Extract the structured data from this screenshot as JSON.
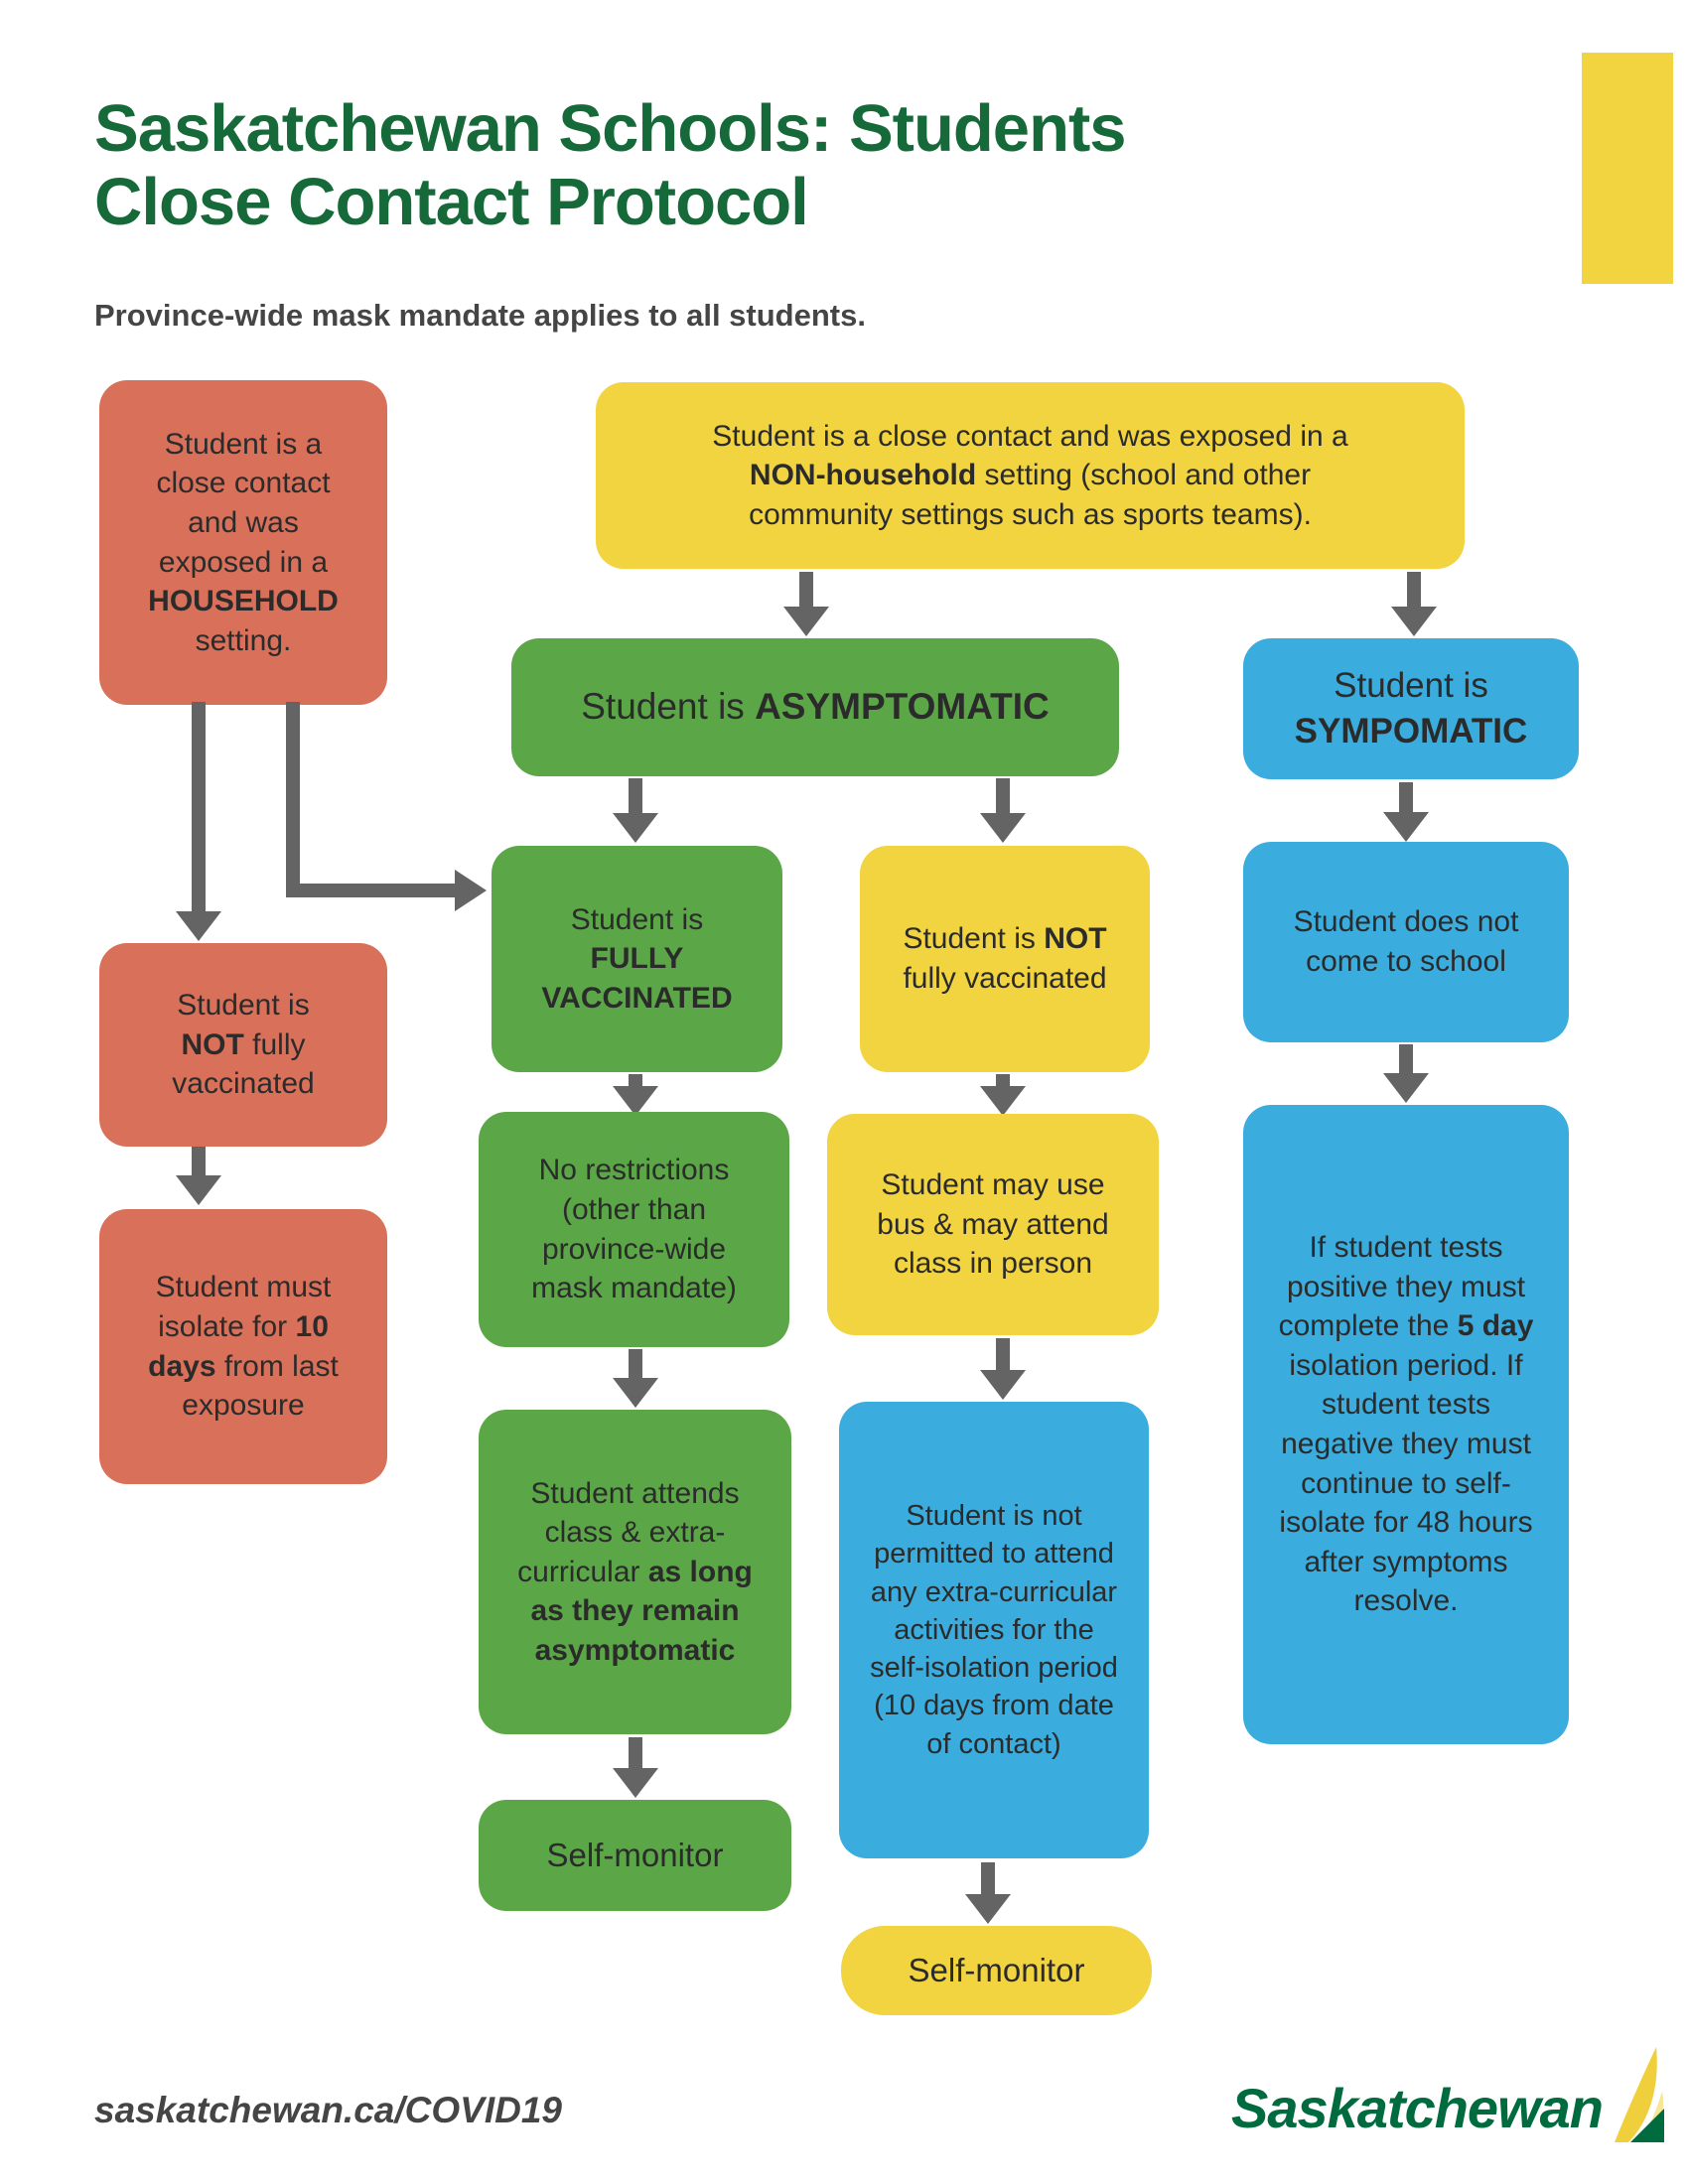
{
  "header": {
    "title_line1": "Saskatchewan Schools: Students",
    "title_line2": "Close Contact Protocol",
    "subtitle": "Province-wide mask mandate applies to all students."
  },
  "colors": {
    "red": "#d9705a",
    "yellow": "#f2d440",
    "green": "#5ba747",
    "blue": "#3aadde",
    "arrow": "#646464",
    "title_green": "#166939",
    "text_dark": "#2b2b2b",
    "logo_green": "#006b3f",
    "sheaf_yellow": "#f0cf3c",
    "sheaf_light": "#f7e692"
  },
  "boxes": {
    "household": {
      "pre": "Student is a close contact and was exposed in a ",
      "bold": "HOUSEHOLD",
      "post": " setting."
    },
    "non_household": {
      "pre": "Student is a close contact and was exposed in a ",
      "bold": "NON-household",
      "post": " setting (school and other community settings such as sports teams)."
    },
    "asymptomatic": {
      "pre": "Student is ",
      "bold": "ASYMPTOMATIC",
      "post": ""
    },
    "symptomatic": {
      "pre": "Student is ",
      "bold": "SYMPOMATIC",
      "post": ""
    },
    "fully_vaccinated": {
      "pre": "Student is ",
      "bold": "FULLY VACCINATED",
      "post": ""
    },
    "not_fully_vaccinated_yellow": {
      "pre": "Student is ",
      "bold": "NOT",
      "post": " fully vaccinated"
    },
    "not_fully_vaccinated_red": {
      "pre": "Student is ",
      "bold": "NOT",
      "post": " fully vaccinated"
    },
    "must_isolate": {
      "pre": "Student must isolate for ",
      "bold": "10 days",
      "post": " from last exposure"
    },
    "no_school": {
      "text": "Student does not come to school"
    },
    "no_restrictions": {
      "text": "No restrictions (other than province-wide mask mandate)"
    },
    "bus_class": {
      "text": "Student may use bus & may attend class in person"
    },
    "attends": {
      "pre": "Student attends class & extra-curricular ",
      "bold": "as long as they remain asymptomatic",
      "post": ""
    },
    "not_permitted": {
      "line1": "Student is not permitted to attend any extra-curricular activities for the self-isolation period",
      "line2": "(10 days from date of contact)"
    },
    "test_results": {
      "pre": "If student tests positive they must complete the ",
      "bold": "5 day",
      "post": " isolation period. If student tests negative they must continue to self-isolate for 48 hours after symptoms resolve."
    },
    "self_monitor_green": {
      "text": "Self-monitor"
    },
    "self_monitor_yellow": {
      "text": "Self-monitor"
    }
  },
  "footer": {
    "url": "saskatchewan.ca/COVID19",
    "logo_text": "Saskatchewan"
  }
}
